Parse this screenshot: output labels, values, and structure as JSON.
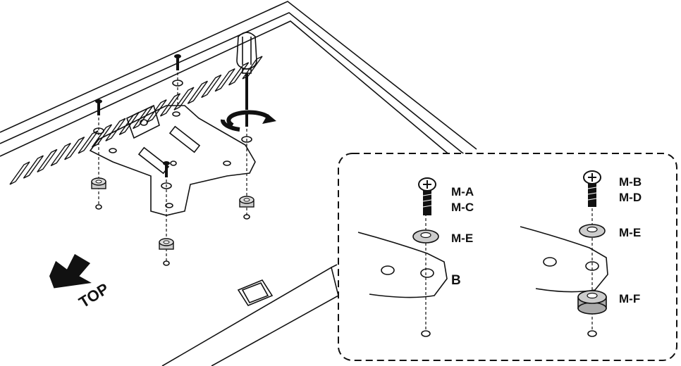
{
  "top_label": "TOP",
  "detail_left": {
    "screw_label_1": "M-A",
    "screw_label_2": "M-C",
    "washer_label": "M-E",
    "plate_label": "B"
  },
  "detail_right": {
    "screw_label_1": "M-B",
    "screw_label_2": "M-D",
    "washer_label": "M-E",
    "spacer_label": "M-F"
  },
  "colors": {
    "line": "#111111",
    "washer": "#cccccc",
    "spacer": "#bbbbbb",
    "background": "#ffffff"
  },
  "icons": [
    "screwdriver-icon",
    "rotation-arrow-icon",
    "top-arrow-icon"
  ]
}
